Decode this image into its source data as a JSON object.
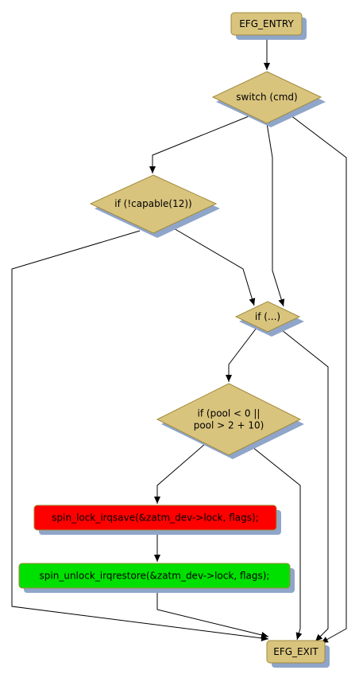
{
  "colors": {
    "decision": "#d9c47e",
    "terminal": "#d9c47e",
    "red_action": "#ff0000",
    "green_action": "#00e000",
    "shadow": "#8fa5c9",
    "edge": "#000000"
  },
  "nodes": {
    "entry": {
      "lines": [
        "EFG_ENTRY"
      ]
    },
    "switch": {
      "lines": [
        "switch (cmd)"
      ]
    },
    "capable": {
      "lines": [
        "if (!capable(12))"
      ]
    },
    "dots": {
      "lines": [
        "if (...)"
      ]
    },
    "pool": {
      "lines": [
        "if (pool < 0 ||",
        "pool > 2 + 10)"
      ]
    },
    "lock": {
      "lines": [
        "spin_lock_irqsave(&zatm_dev->lock, flags);"
      ]
    },
    "unlock": {
      "lines": [
        "spin_unlock_irqrestore(&zatm_dev->lock, flags);"
      ]
    },
    "exit": {
      "lines": [
        "EFG_EXIT"
      ]
    }
  }
}
